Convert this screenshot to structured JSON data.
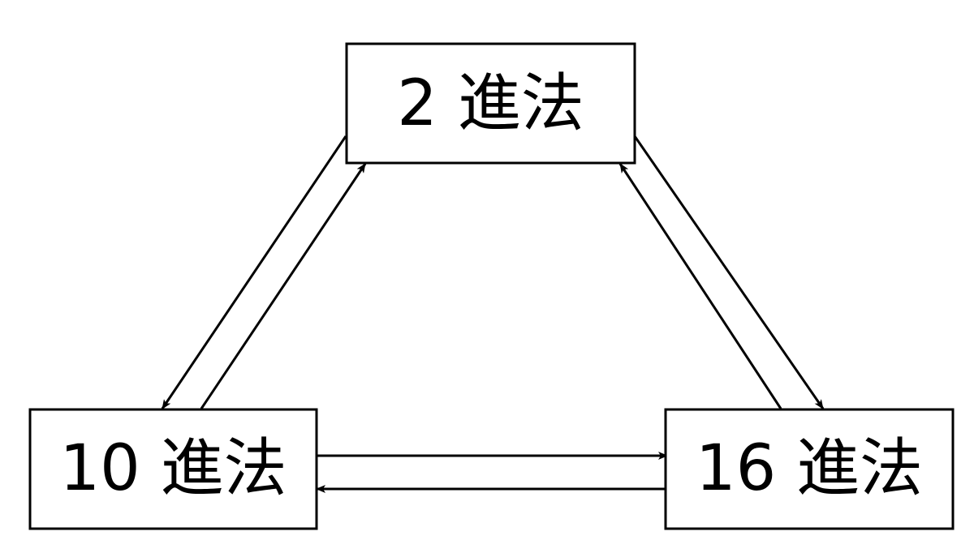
{
  "diagram": {
    "type": "conversion-triangle",
    "colors": {
      "stroke": "#000000",
      "fill": "#ffffff",
      "text": "#000000"
    },
    "nodes": {
      "binary": {
        "label": "2 進法"
      },
      "decimal": {
        "label": "10 進法"
      },
      "hex": {
        "label": "16 進法"
      }
    },
    "edges": [
      {
        "from": "binary",
        "to": "decimal"
      },
      {
        "from": "decimal",
        "to": "binary"
      },
      {
        "from": "binary",
        "to": "hex"
      },
      {
        "from": "hex",
        "to": "binary"
      },
      {
        "from": "decimal",
        "to": "hex"
      },
      {
        "from": "hex",
        "to": "decimal"
      }
    ]
  }
}
